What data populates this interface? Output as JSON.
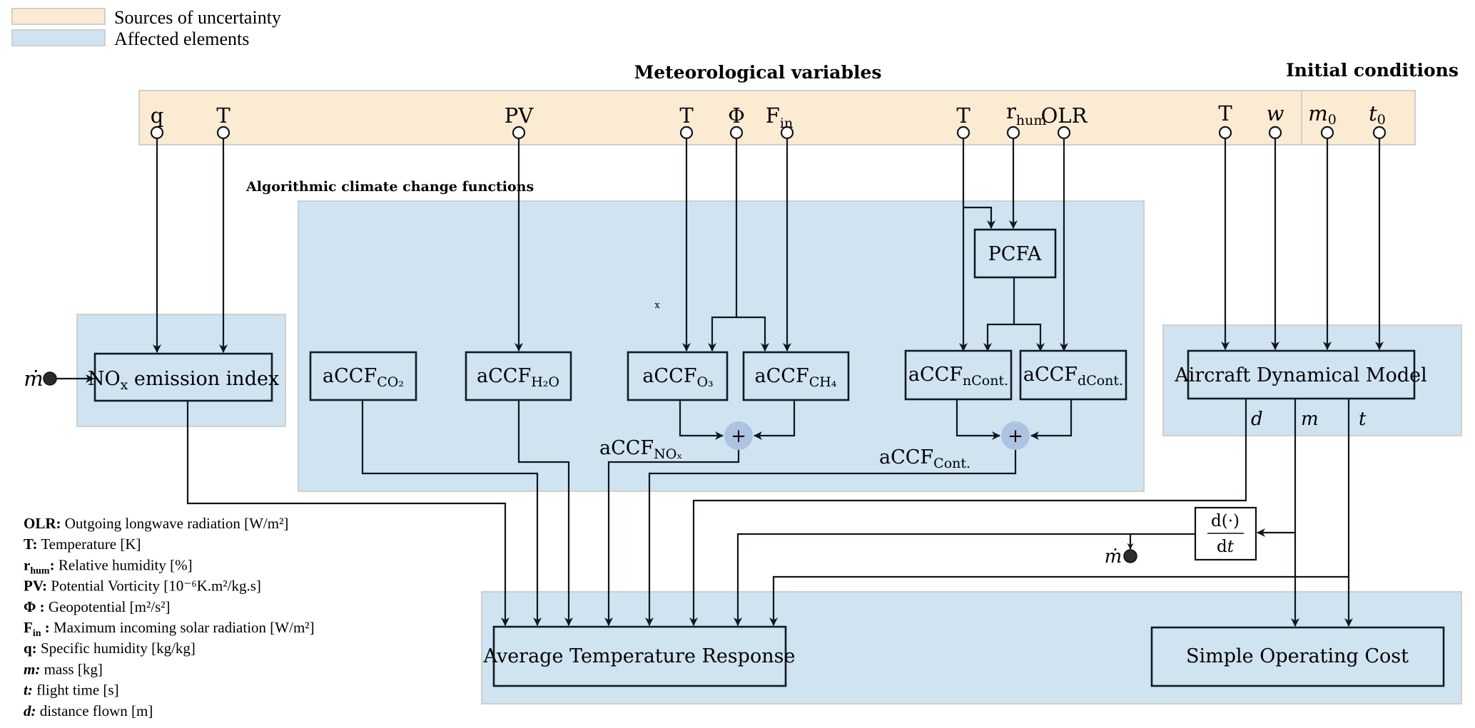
{
  "legend": {
    "items": [
      {
        "label": "Sources of uncertainty",
        "color": "#fcebd3"
      },
      {
        "label": "Affected elements",
        "color": "#cfe3f1"
      }
    ]
  },
  "headings": {
    "meteorological": "Meteorological variables",
    "initial_conditions": "Initial conditions",
    "accf_group": "Algorithmic climate change functions"
  },
  "inputs": {
    "q": "q",
    "T": "T",
    "PV": "PV",
    "Phi": "Φ",
    "F": "F",
    "F_sub": "in",
    "r": "r",
    "r_sub": "hum",
    "OLR": "OLR",
    "w": "w",
    "m": "m",
    "zero": "0",
    "t": "t"
  },
  "blocks": {
    "nox_index": {
      "main": "NO",
      "sub": "x",
      "rest": " emission index"
    },
    "accf": "aCCF",
    "co2_sub": "CO₂",
    "h2o_sub": "H₂O",
    "o3_sub": "O₃",
    "ch4_sub": "CH₄",
    "ncont_sub": "nCont.",
    "dcont_sub": "dCont.",
    "nox_sub": "NOₓ",
    "cont_sub": "Cont.",
    "pcfa": "PCFA",
    "adm": "Aircraft Dynamical Model",
    "atr": "Average Temperature Response",
    "soc": "Simple Operating Cost",
    "plus": "+",
    "deriv_num": "d(·)",
    "deriv_den_d": "d",
    "deriv_den_t": "t"
  },
  "signals": {
    "mdot": "ṁ",
    "d": "d",
    "m": "m",
    "t": "t",
    "stray_mark": "x"
  },
  "glossary": [
    {
      "key": "OLR:",
      "desc": " Outgoing longwave radiation [W/m²]"
    },
    {
      "key": "T:",
      "desc": " Temperature [K]"
    },
    {
      "key": "r",
      "key_sub": "hum",
      "key_tail": ":",
      "desc": " Relative humidity [%]"
    },
    {
      "key": "PV:",
      "desc": " Potential Vorticity [10⁻⁶K.m²/kg.s]"
    },
    {
      "key": "Φ :",
      "desc": " Geopotential [m²/s²]"
    },
    {
      "key": "F",
      "key_sub": "in",
      "key_tail": " :",
      "desc": " Maximum incoming solar radiation [W/m²]"
    },
    {
      "key": "q:",
      "desc": " Specific humidity [kg/kg]"
    },
    {
      "key": "m:",
      "desc": " mass [kg]",
      "italic": true
    },
    {
      "key": "t:",
      "desc": " flight time [s]",
      "italic": true
    },
    {
      "key": "d:",
      "desc": " distance flown [m]",
      "italic": true
    }
  ]
}
